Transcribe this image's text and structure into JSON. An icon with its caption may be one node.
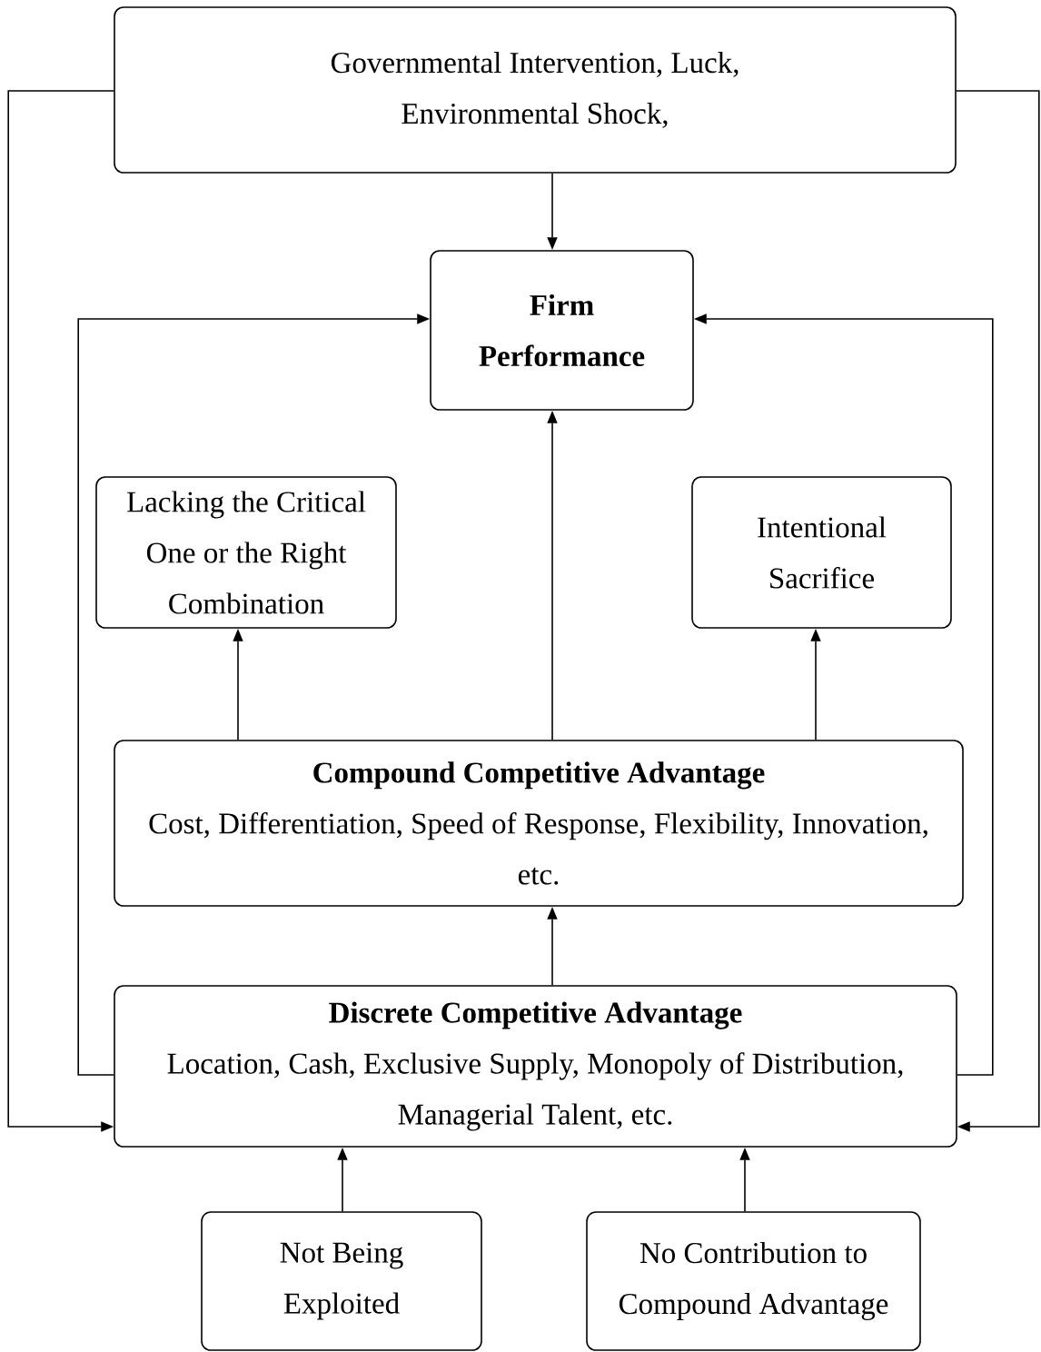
{
  "diagram": {
    "nodes": [
      {
        "text": [
          "Governmental Intervention, Luck, Environmental Shock,"
        ]
      },
      {
        "text": [
          "Firm Performance"
        ]
      },
      {
        "text": [
          "Lacking the Critical One or the Right Combination"
        ]
      },
      {
        "text": [
          "Intentional Sacrifice"
        ]
      },
      {
        "text": [
          "Compound Competitive Advantage",
          "Cost, Differentiation, Speed of Response, Flexibility, Innovation, etc."
        ]
      },
      {
        "text": [
          "Discrete Competitive Advantage",
          "Location, Cash, Exclusive Supply, Monopoly of Distribution, Managerial Talent, etc."
        ]
      },
      {
        "text": [
          "Not Being Exploited"
        ]
      },
      {
        "text": [
          "No Contribution to Compound Advantage"
        ]
      }
    ],
    "edges": [
      {
        "from": 0,
        "to": 1,
        "arrow": "to"
      },
      {
        "from": 0,
        "to": 5,
        "arrow": "to"
      },
      {
        "from": 0,
        "to": 5,
        "arrow": "to"
      },
      {
        "from": 4,
        "to": 1,
        "arrow": "to"
      },
      {
        "from": 4,
        "to": 2,
        "arrow": "to"
      },
      {
        "from": 4,
        "to": 3,
        "arrow": "to"
      },
      {
        "from": 5,
        "to": 4,
        "arrow": "to"
      },
      {
        "from": 5,
        "to": 1,
        "arrow": "to"
      },
      {
        "from": 5,
        "to": 1,
        "arrow": "to"
      },
      {
        "from": 6,
        "to": 5,
        "arrow": "to"
      },
      {
        "from": 7,
        "to": 5,
        "arrow": "to"
      }
    ]
  }
}
